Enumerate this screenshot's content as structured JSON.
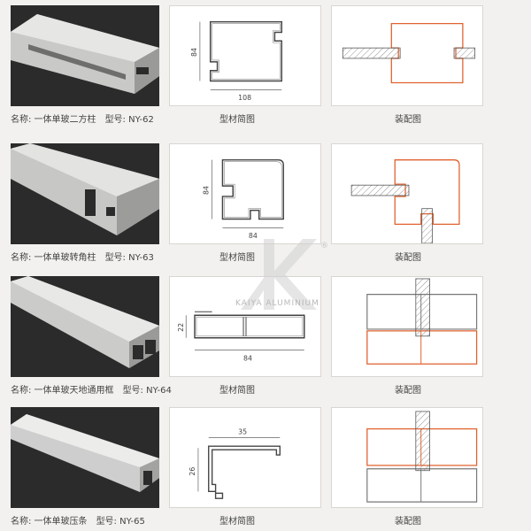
{
  "captions": {
    "section_label": "型材简图",
    "assembly_label": "装配图"
  },
  "watermark": {
    "brand": "KAIYA ALUMINIUM",
    "mark": "®"
  },
  "products": [
    {
      "name": "名称: 一体单玻二方柱",
      "model": "型号: NY-62",
      "dim_h": "84",
      "dim_w": "108"
    },
    {
      "name": "名称: 一体单玻转角柱",
      "model": "型号: NY-63",
      "dim_h": "84",
      "dim_w": "84"
    },
    {
      "name": "名称: 一体单玻天地通用框",
      "model": "型号: NY-64",
      "dim_h": "22",
      "dim_w": "84"
    },
    {
      "name": "名称: 一体单玻压条",
      "model": "型号: NY-65",
      "dim_h": "26",
      "dim_w": "35"
    }
  ],
  "colors": {
    "profile": "#555555",
    "assembly_highlight": "#e0622f",
    "glass_hatch": "#777777"
  }
}
